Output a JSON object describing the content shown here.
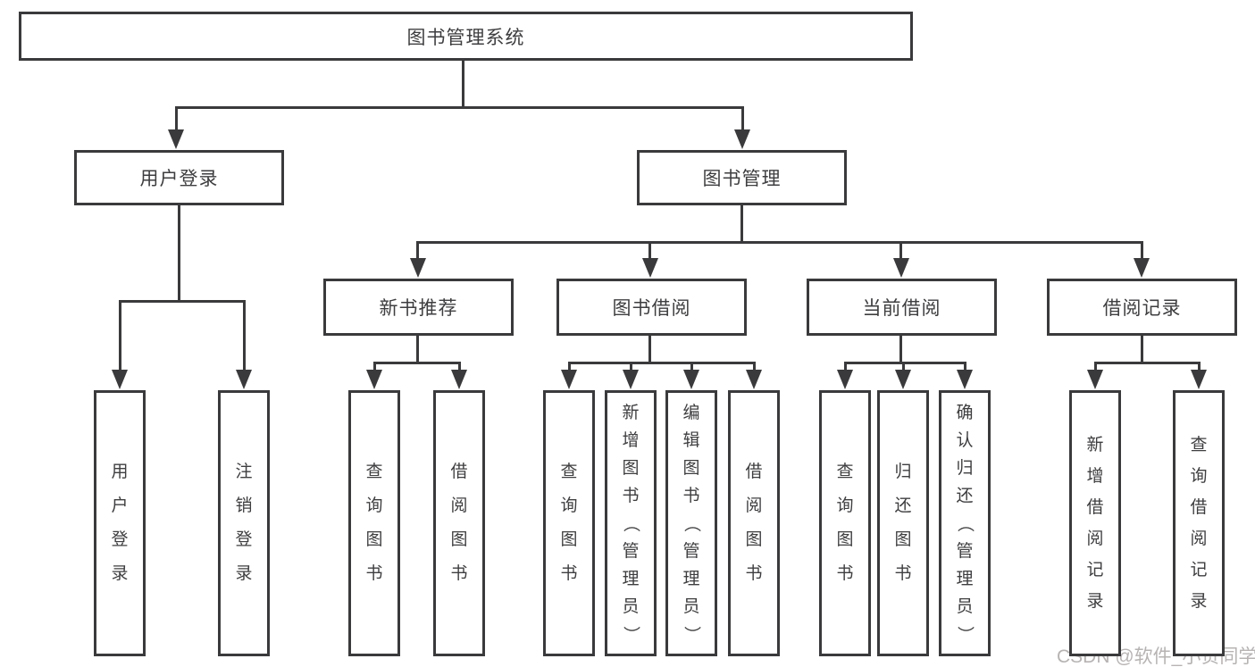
{
  "diagram_title": "图书管理系统",
  "nodes": {
    "root": {
      "label": "图书管理系统"
    },
    "user-login": {
      "label": "用户登录"
    },
    "book-mgmt": {
      "label": "图书管理"
    },
    "ul-login": {
      "label": "用户登录"
    },
    "ul-logout": {
      "label": "注销登录"
    },
    "new-book-rec": {
      "label": "新书推荐"
    },
    "book-borrow": {
      "label": "图书借阅"
    },
    "current-borrow": {
      "label": "当前借阅"
    },
    "borrow-records": {
      "label": "借阅记录"
    },
    "nbr-query": {
      "label": "查询图书"
    },
    "nbr-borrow": {
      "label": "借阅图书"
    },
    "bb-query": {
      "label": "查询图书"
    },
    "bb-add": {
      "label": "新增图书（管理员）"
    },
    "bb-edit": {
      "label": "编辑图书（管理员）"
    },
    "bb-borrow": {
      "label": "借阅图书"
    },
    "cb-query": {
      "label": "查询图书"
    },
    "cb-return": {
      "label": "归还图书"
    },
    "cb-confirm": {
      "label": "确认归还（管理员）"
    },
    "br-add": {
      "label": "新增借阅记录"
    },
    "br-query": {
      "label": "查询借阅记录"
    }
  },
  "hierarchy": {
    "root": [
      "user-login",
      "book-mgmt"
    ],
    "user-login": [
      "ul-login",
      "ul-logout"
    ],
    "book-mgmt": [
      "new-book-rec",
      "book-borrow",
      "current-borrow",
      "borrow-records"
    ],
    "new-book-rec": [
      "nbr-query",
      "nbr-borrow"
    ],
    "book-borrow": [
      "bb-query",
      "bb-add",
      "bb-edit",
      "bb-borrow"
    ],
    "current-borrow": [
      "cb-query",
      "cb-return",
      "cb-confirm"
    ],
    "borrow-records": [
      "br-add",
      "br-query"
    ]
  },
  "watermark": {
    "text": "CSDN @软件_小贺同学"
  },
  "colors": {
    "line": "#3a3a3c",
    "text": "#3e3e40",
    "box_bg": "#ffffff",
    "watermark": "#b7b3b3",
    "page_bg": "#ffffff"
  }
}
